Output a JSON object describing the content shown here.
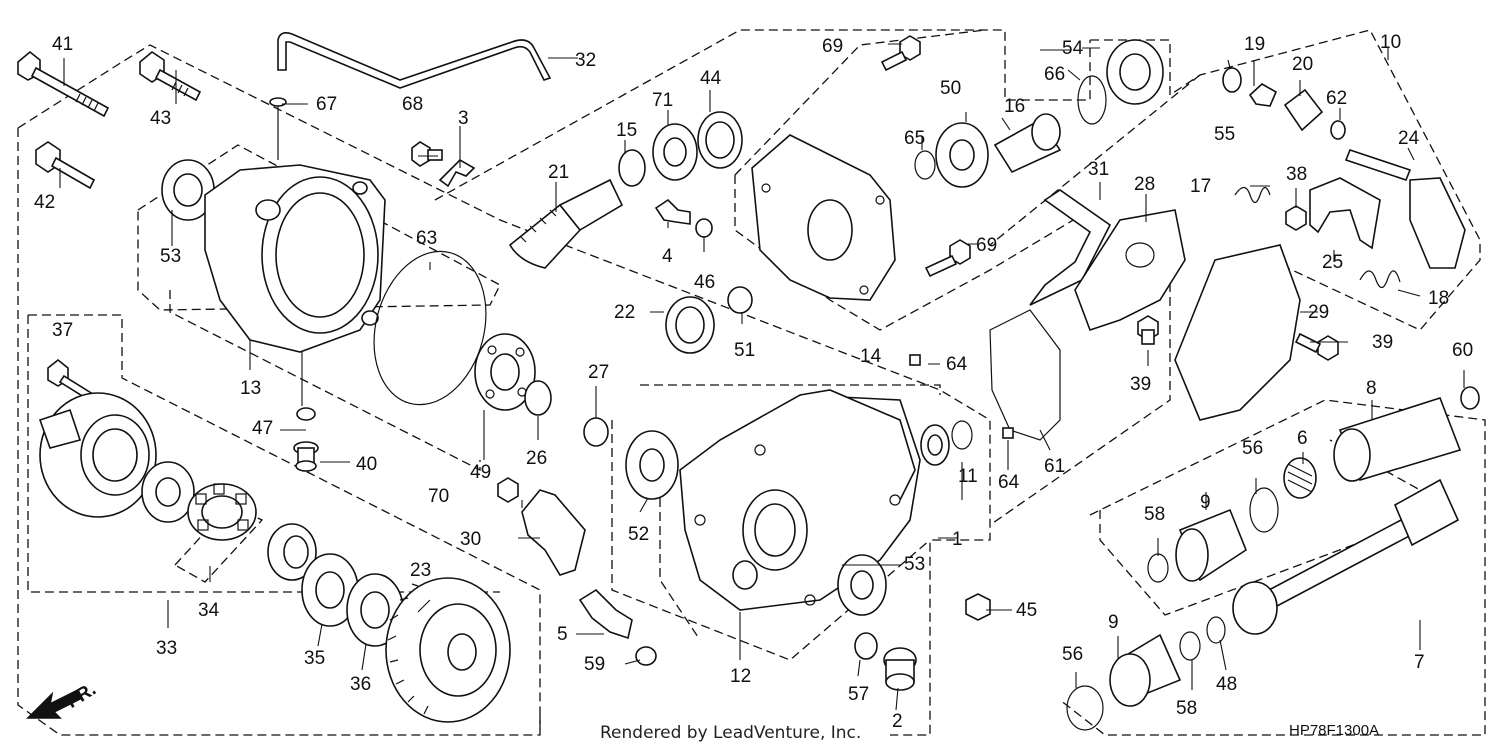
{
  "diagram": {
    "part_labels": [
      "1",
      "2",
      "3",
      "4",
      "5",
      "6",
      "7",
      "8",
      "9",
      "9",
      "10",
      "11",
      "12",
      "13",
      "14",
      "15",
      "16",
      "17",
      "18",
      "19",
      "20",
      "21",
      "22",
      "23",
      "24",
      "25",
      "26",
      "27",
      "28",
      "29",
      "30",
      "31",
      "32",
      "33",
      "34",
      "35",
      "36",
      "37",
      "38",
      "39",
      "39",
      "40",
      "41",
      "42",
      "43",
      "44",
      "45",
      "46",
      "47",
      "48",
      "49",
      "50",
      "51",
      "52",
      "53",
      "53",
      "54",
      "55",
      "56",
      "56",
      "57",
      "58",
      "58",
      "59",
      "60",
      "61",
      "62",
      "63",
      "64",
      "64",
      "65",
      "66",
      "67",
      "68",
      "69",
      "69",
      "70",
      "71"
    ],
    "diagram_code": "HP78F1300A",
    "watermark": "Rendered by LeadVenture, Inc.",
    "direction_marker": "FR."
  }
}
